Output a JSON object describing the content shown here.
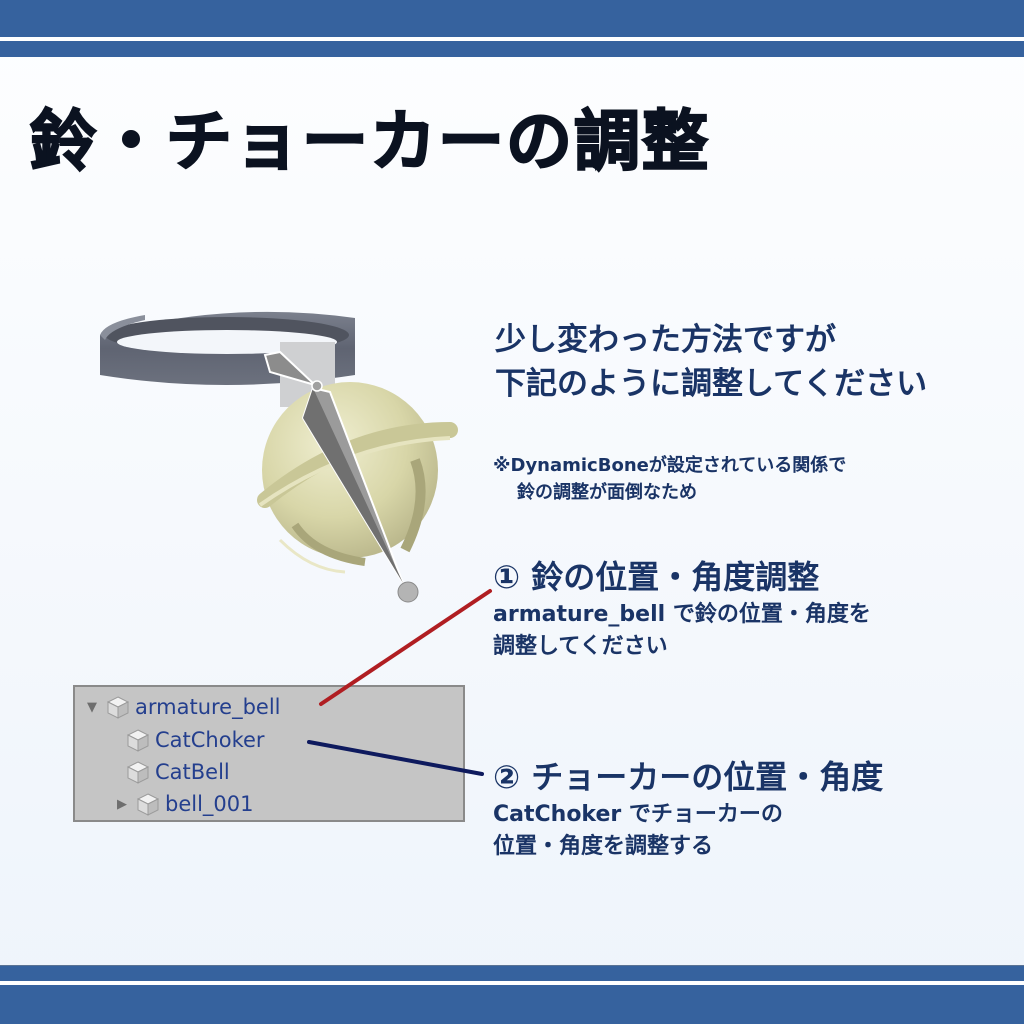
{
  "header": {
    "band_color": "#36629e"
  },
  "title": "鈴・チョーカーの調整",
  "intro": {
    "line1": "少し変わった方法ですが",
    "line2": "下記のように調整してください"
  },
  "note": {
    "line1": "※DynamicBoneが設定されている関係で",
    "line2": "鈴の調整が面倒なため"
  },
  "steps": [
    {
      "heading": "① 鈴の位置・角度調整",
      "desc_line1": "armature_bell で鈴の位置・角度を",
      "desc_line2": "調整してください",
      "connector_color": "#b01e22"
    },
    {
      "heading": "② チョーカーの位置・角度",
      "desc_line1": "CatChoker でチョーカーの",
      "desc_line2": "位置・角度を調整する",
      "connector_color": "#0e1a5e"
    }
  ],
  "hierarchy": {
    "items": [
      {
        "label": "armature_bell",
        "expander": "▼",
        "depth": 0,
        "icon": "gameobject-cube-icon"
      },
      {
        "label": "CatChoker",
        "expander": "",
        "depth": 1,
        "icon": "gameobject-cube-icon"
      },
      {
        "label": "CatBell",
        "expander": "",
        "depth": 1,
        "icon": "gameobject-cube-icon"
      },
      {
        "label": "bell_001",
        "expander": "▶",
        "depth": 1,
        "icon": "gameobject-cube-icon"
      }
    ]
  },
  "colors": {
    "text": "#1a3466",
    "title": "#0b1220",
    "panel_bg": "#c5c5c5",
    "tree_label": "#243f8e"
  }
}
